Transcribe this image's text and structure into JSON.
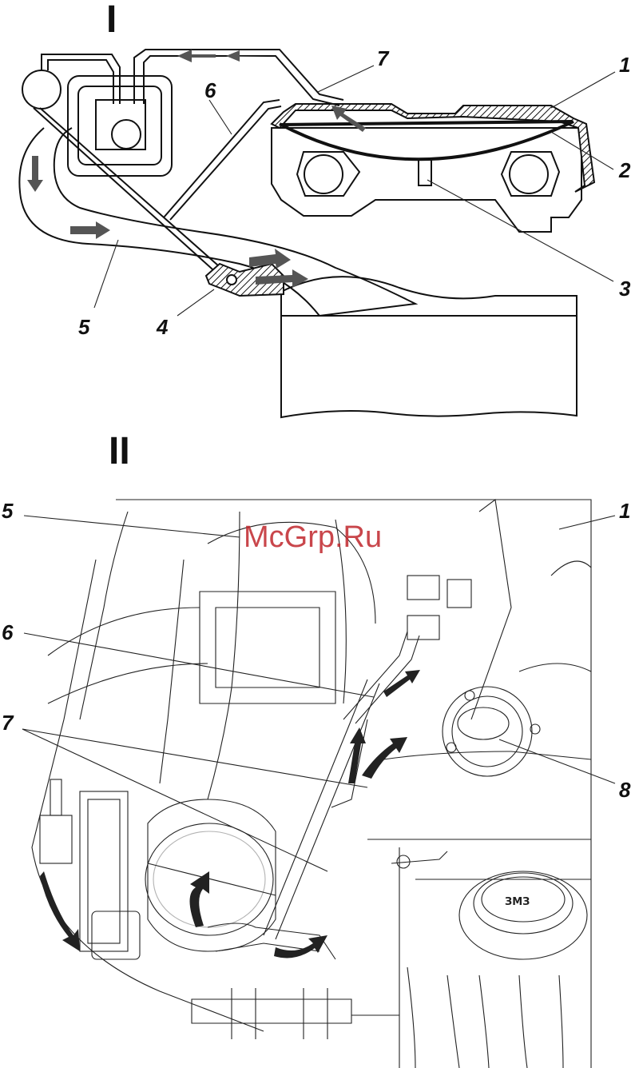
{
  "sections": {
    "top": "I",
    "bottom": "II"
  },
  "watermark": "McGrp.Ru",
  "callouts_top": [
    "1",
    "2",
    "3",
    "4",
    "5",
    "6",
    "7"
  ],
  "callouts_bottom": [
    "1",
    "5",
    "6",
    "7",
    "8"
  ],
  "filler_cap_emblem": "ЗМЗ"
}
